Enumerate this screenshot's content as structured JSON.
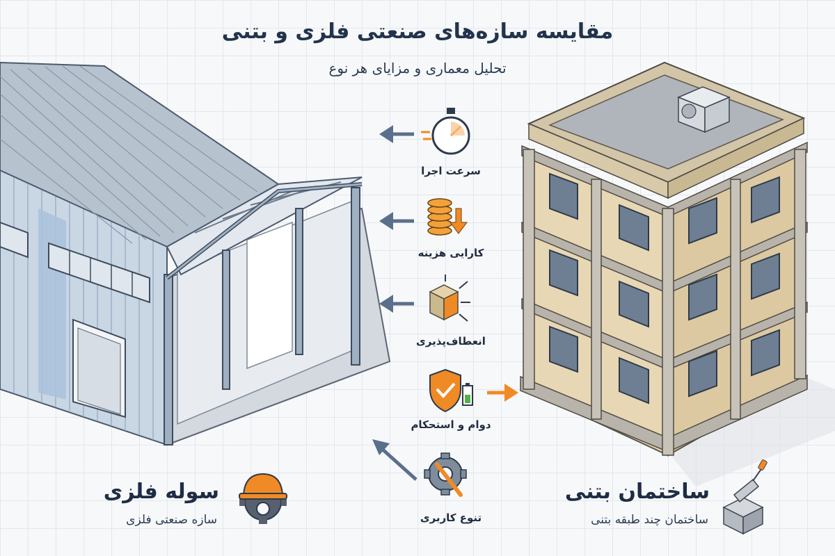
{
  "header": {
    "title": "مقایسه سازه‌های صنعتی فلزی و بتنی",
    "subtitle": "تحلیل معماری و مزایای هر نوع"
  },
  "features": [
    {
      "label": "سرعت اجرا",
      "icon": "stopwatch-icon",
      "direction": "left"
    },
    {
      "label": "کارایی هزینه",
      "icon": "coins-icon",
      "direction": "left"
    },
    {
      "label": "انعطاف‌پذیری",
      "icon": "modular-blocks-icon",
      "direction": "left"
    },
    {
      "label": "دوام و استحکام",
      "icon": "shield-battery-icon",
      "direction": "right"
    },
    {
      "label": "تنوع کاربری",
      "icon": "gear-wrench-icon",
      "direction": "up-left"
    }
  ],
  "metal": {
    "title": "سوله فلزی",
    "subtitle": "سازه صنعتی فلزی",
    "icon": "hardhat-gear-icon"
  },
  "concrete": {
    "title": "ساختمان بتنی",
    "subtitle": "ساختمان چند طبقه بتنی",
    "icon": "trowel-block-icon"
  },
  "colors": {
    "accent_orange": "#f08a24",
    "arrow_blue": "#5a6f8c",
    "text_dark": "#22344c",
    "metal_blue": "#a9c2dc",
    "concrete_beige": "#e8d7b4"
  }
}
